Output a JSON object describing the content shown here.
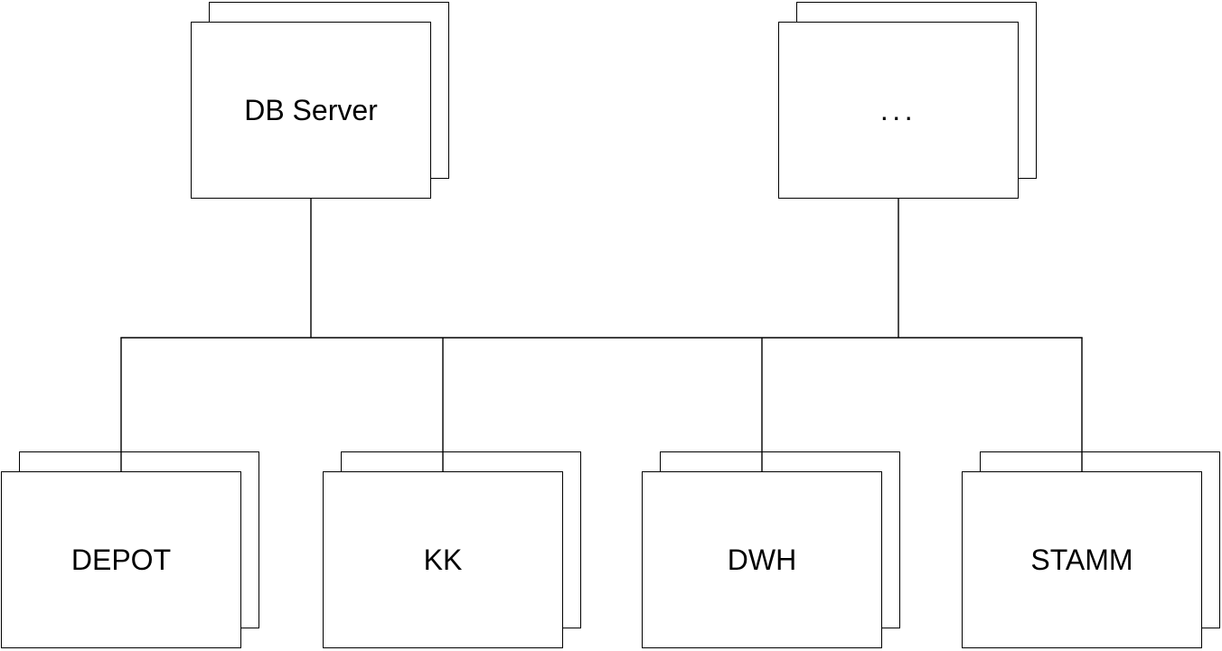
{
  "diagram": {
    "background_color": "#ffffff",
    "line_color": "#000000",
    "text_color": "#000000",
    "node_shape": "stacked-rectangle",
    "top_nodes": [
      {
        "id": "db-server",
        "label": "DB Server"
      },
      {
        "id": "more",
        "label": "..."
      }
    ],
    "bottom_nodes": [
      {
        "id": "depot",
        "label": "DEPOT"
      },
      {
        "id": "kk",
        "label": "KK"
      },
      {
        "id": "dwh",
        "label": "DWH"
      },
      {
        "id": "stamm",
        "label": "STAMM"
      }
    ],
    "edges": [
      {
        "from": "db-server",
        "to": "bus"
      },
      {
        "from": "more",
        "to": "bus"
      },
      {
        "from": "bus",
        "to": "depot"
      },
      {
        "from": "bus",
        "to": "kk"
      },
      {
        "from": "bus",
        "to": "dwh"
      },
      {
        "from": "bus",
        "to": "stamm"
      }
    ]
  }
}
